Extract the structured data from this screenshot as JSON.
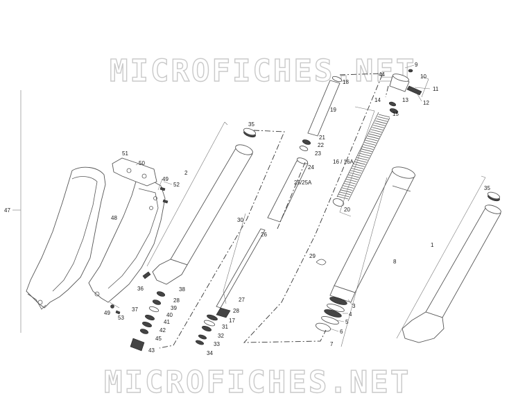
{
  "watermark": {
    "top_text": "MICROFICHES.NET",
    "bottom_text": "MICROFICHES.NET"
  },
  "callouts": {
    "p1": "1",
    "p2": "2",
    "p3": "3",
    "p4": "4",
    "p5": "5",
    "p6": "6",
    "p7": "7",
    "p8": "8",
    "p9": "9",
    "p10": "10",
    "p11": "11",
    "p12": "12",
    "p13": "13",
    "p14": "14",
    "p15": "15",
    "p16": "16 / 16A",
    "p17": "17",
    "p18": "18",
    "p19": "19",
    "p20": "20",
    "p21": "21",
    "p22": "22",
    "p23": "23",
    "p24": "24",
    "p25": "25/25A",
    "p26": "26",
    "p27": "27",
    "p28a": "28",
    "p28b": "28",
    "p29": "29",
    "p30": "30",
    "p31": "31",
    "p32": "32",
    "p33": "33",
    "p34": "34",
    "p35a": "35",
    "p35b": "35",
    "p36": "36",
    "p37": "37",
    "p38": "38",
    "p39": "39",
    "p40": "40",
    "p41": "41",
    "p42": "42",
    "p43": "43",
    "p44": "44",
    "p45": "45",
    "p47": "47",
    "p48": "48",
    "p49a": "49",
    "p49b": "49",
    "p50": "50",
    "p51": "51",
    "p52": "52",
    "p53": "53"
  }
}
